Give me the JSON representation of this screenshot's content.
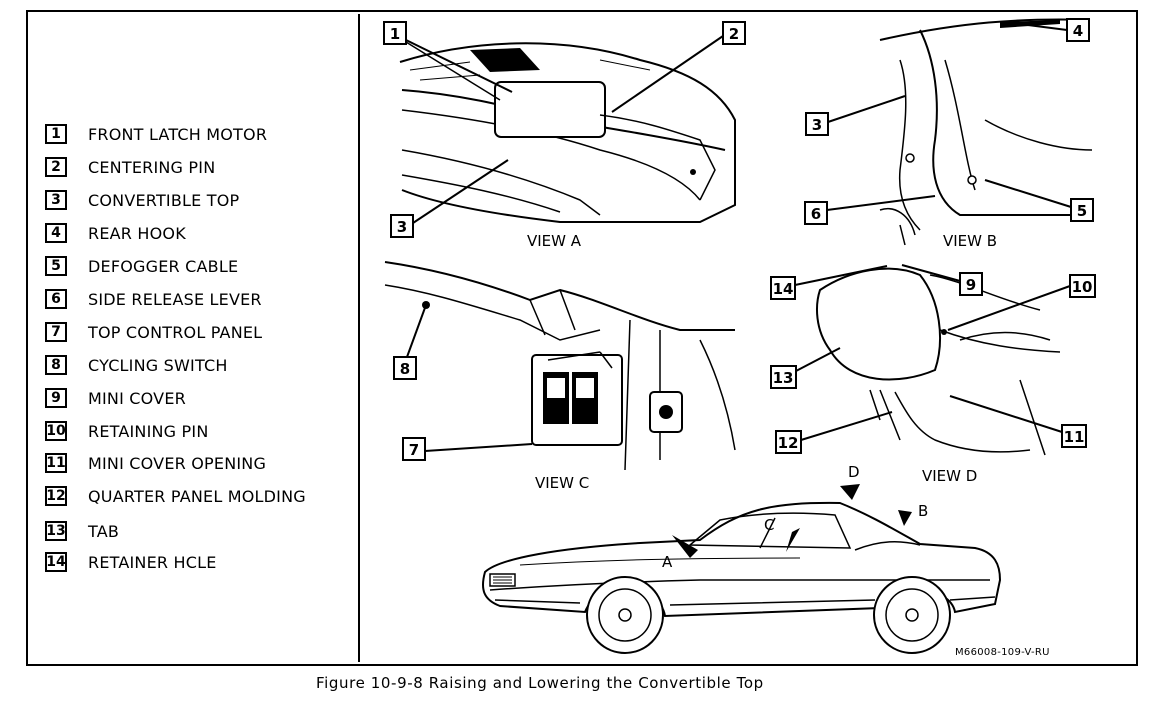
{
  "legend": [
    {
      "num": "1",
      "label": "FRONT LATCH MOTOR"
    },
    {
      "num": "2",
      "label": "CENTERING PIN"
    },
    {
      "num": "3",
      "label": "CONVERTIBLE TOP"
    },
    {
      "num": "4",
      "label": "REAR HOOK"
    },
    {
      "num": "5",
      "label": "DEFOGGER CABLE"
    },
    {
      "num": "6",
      "label": "SIDE RELEASE LEVER"
    },
    {
      "num": "7",
      "label": "TOP CONTROL PANEL"
    },
    {
      "num": "8",
      "label": "CYCLING SWITCH"
    },
    {
      "num": "9",
      "label": "MINI COVER"
    },
    {
      "num": "10",
      "label": "RETAINING PIN"
    },
    {
      "num": "11",
      "label": "MINI COVER OPENING"
    },
    {
      "num": "12",
      "label": "QUARTER PANEL MOLDING"
    },
    {
      "num": "13",
      "label": "TAB"
    },
    {
      "num": "14",
      "label": "RETAINER HCLE"
    }
  ],
  "views": {
    "a": "VIEW A",
    "b": "VIEW B",
    "c": "VIEW C",
    "d": "VIEW D"
  },
  "car_markers": [
    "A",
    "B",
    "C",
    "D"
  ],
  "callouts": {
    "view_a": [
      "1",
      "2",
      "3"
    ],
    "view_b": [
      "4",
      "3",
      "6",
      "5"
    ],
    "view_c": [
      "8",
      "7"
    ],
    "view_d": [
      "14",
      "9",
      "10",
      "13",
      "12",
      "11"
    ]
  },
  "figure_code": "M66008-109-V-RU",
  "caption": "Figure 10-9-8 Raising and Lowering the Convertible Top"
}
